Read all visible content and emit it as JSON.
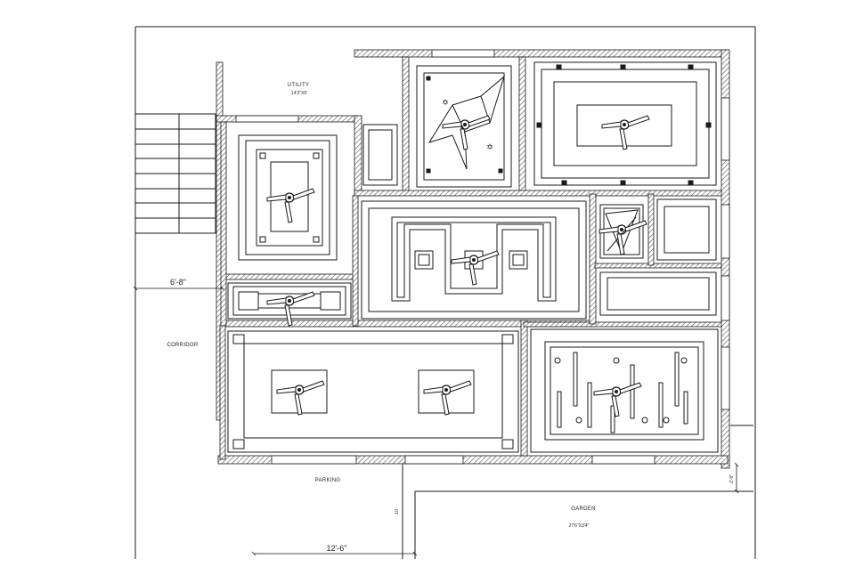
{
  "rooms": {
    "utility": {
      "name": "UTILITY",
      "size": "14'3\"X5'"
    },
    "corridor": {
      "name": "CORRIDOR"
    },
    "parking": {
      "name": "PARKING"
    },
    "garden": {
      "name": "GARDEN",
      "size": "27'6\"X3'4\""
    }
  },
  "dimensions": {
    "corridor_width": "6'-8\"",
    "parking_width": "12'-6\"",
    "right_setback": "2'-9\"",
    "step_mark": "10"
  },
  "colors": {
    "line": "#1a1a1a",
    "hatch": "#555555"
  }
}
